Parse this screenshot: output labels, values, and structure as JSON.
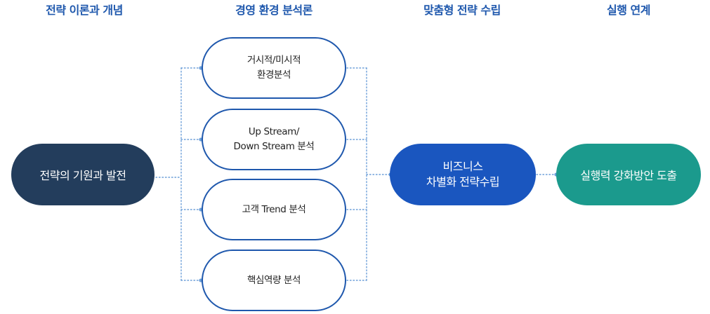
{
  "headers": {
    "col1": "전략 이론과 개념",
    "col2": "경영 환경 분석론",
    "col3": "맞춤형 전략 수립",
    "col4": "실행 연계"
  },
  "nodes": {
    "origin": "전략의 기원과 발전",
    "analysis": [
      {
        "line1": "거시적/미시적",
        "line2": "환경분석"
      },
      {
        "line1": "Up Stream/",
        "line2": "Down Stream 분석"
      },
      {
        "line1": "고객 Trend 분석",
        "line2": ""
      },
      {
        "line1": "핵심역량 분석",
        "line2": ""
      }
    ],
    "strategy": {
      "line1": "비즈니스",
      "line2": "차별화 전략수립"
    },
    "execution": "실행력 강화방안 도출"
  },
  "colors": {
    "header_text": "#1f58ad",
    "origin_bg": "#233d5c",
    "pill_border": "#1f58ad",
    "strategy_bg": "#1a56bf",
    "execution_bg": "#1b9a8d",
    "connector": "#6b9ed8"
  }
}
